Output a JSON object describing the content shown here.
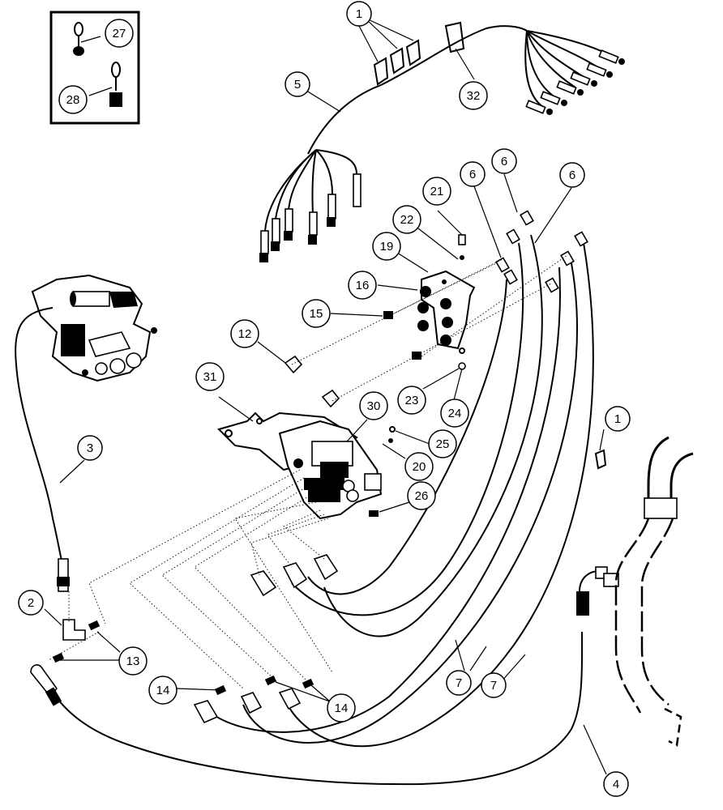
{
  "callouts": [
    {
      "id": "c27",
      "label": "27"
    },
    {
      "id": "c28",
      "label": "28"
    },
    {
      "id": "c1a",
      "label": "1"
    },
    {
      "id": "c32",
      "label": "32"
    },
    {
      "id": "c5",
      "label": "5"
    },
    {
      "id": "c21",
      "label": "21"
    },
    {
      "id": "c6a",
      "label": "6"
    },
    {
      "id": "c6b",
      "label": "6"
    },
    {
      "id": "c6c",
      "label": "6"
    },
    {
      "id": "c22",
      "label": "22"
    },
    {
      "id": "c19",
      "label": "19"
    },
    {
      "id": "c16",
      "label": "16"
    },
    {
      "id": "c15",
      "label": "15"
    },
    {
      "id": "c12",
      "label": "12"
    },
    {
      "id": "c31",
      "label": "31"
    },
    {
      "id": "c23",
      "label": "23"
    },
    {
      "id": "c24",
      "label": "24"
    },
    {
      "id": "c30",
      "label": "30"
    },
    {
      "id": "c25",
      "label": "25"
    },
    {
      "id": "c20",
      "label": "20"
    },
    {
      "id": "c1b",
      "label": "1"
    },
    {
      "id": "c3",
      "label": "3"
    },
    {
      "id": "c26",
      "label": "26"
    },
    {
      "id": "c2",
      "label": "2"
    },
    {
      "id": "c13",
      "label": "13"
    },
    {
      "id": "c7a",
      "label": "7"
    },
    {
      "id": "c7b",
      "label": "7"
    },
    {
      "id": "c14a",
      "label": "14"
    },
    {
      "id": "c14b",
      "label": "14"
    },
    {
      "id": "c4",
      "label": "4"
    }
  ],
  "colors": {
    "line": "#000000",
    "background": "#ffffff"
  }
}
